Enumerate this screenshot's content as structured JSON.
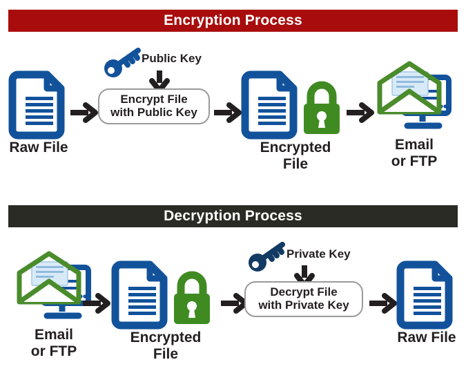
{
  "diagram": {
    "title_encryption": "Encryption Process",
    "title_decryption": "Decryption Process"
  },
  "colors": {
    "banner_encryption_bg": "#A90C0C",
    "banner_decryption_bg": "#2B2B26",
    "file_blue": "#12529B",
    "lock_green": "#3F8B21",
    "envelope_green": "#4A8B2C",
    "monitor_blue": "#12529B",
    "public_key_blue": "#12529B",
    "private_key_navy": "#123A63",
    "arrow_black": "#231F20",
    "pill_border": "#9A9A9A",
    "text_dark": "#231F20",
    "letter_fill": "#D9EAF7"
  },
  "encryption": {
    "steps": [
      {
        "label": "Raw File",
        "icon": "file-icon"
      },
      {
        "label": "Encrypt File\nwith Public Key",
        "icon": "process-pill"
      },
      {
        "label": "Encrypted\nFile",
        "icon": "file-lock-icon"
      },
      {
        "label": "Email\nor FTP",
        "icon": "email-monitor-icon"
      }
    ],
    "key_caption": "Public Key",
    "key_icon": "key-icon",
    "arrows": [
      "arrow-right",
      "arrow-right",
      "arrow-right"
    ],
    "key_arrow": "arrow-down"
  },
  "decryption": {
    "steps": [
      {
        "label": "Email\nor FTP",
        "icon": "email-monitor-icon"
      },
      {
        "label": "Encrypted\nFile",
        "icon": "file-lock-icon"
      },
      {
        "label": "Decrypt File\nwith Private Key",
        "icon": "process-pill"
      },
      {
        "label": "Raw File",
        "icon": "file-icon"
      }
    ],
    "key_caption": "Private Key",
    "key_icon": "key-icon",
    "arrows": [
      "arrow-right",
      "arrow-right",
      "arrow-right"
    ],
    "key_arrow": "arrow-down"
  }
}
